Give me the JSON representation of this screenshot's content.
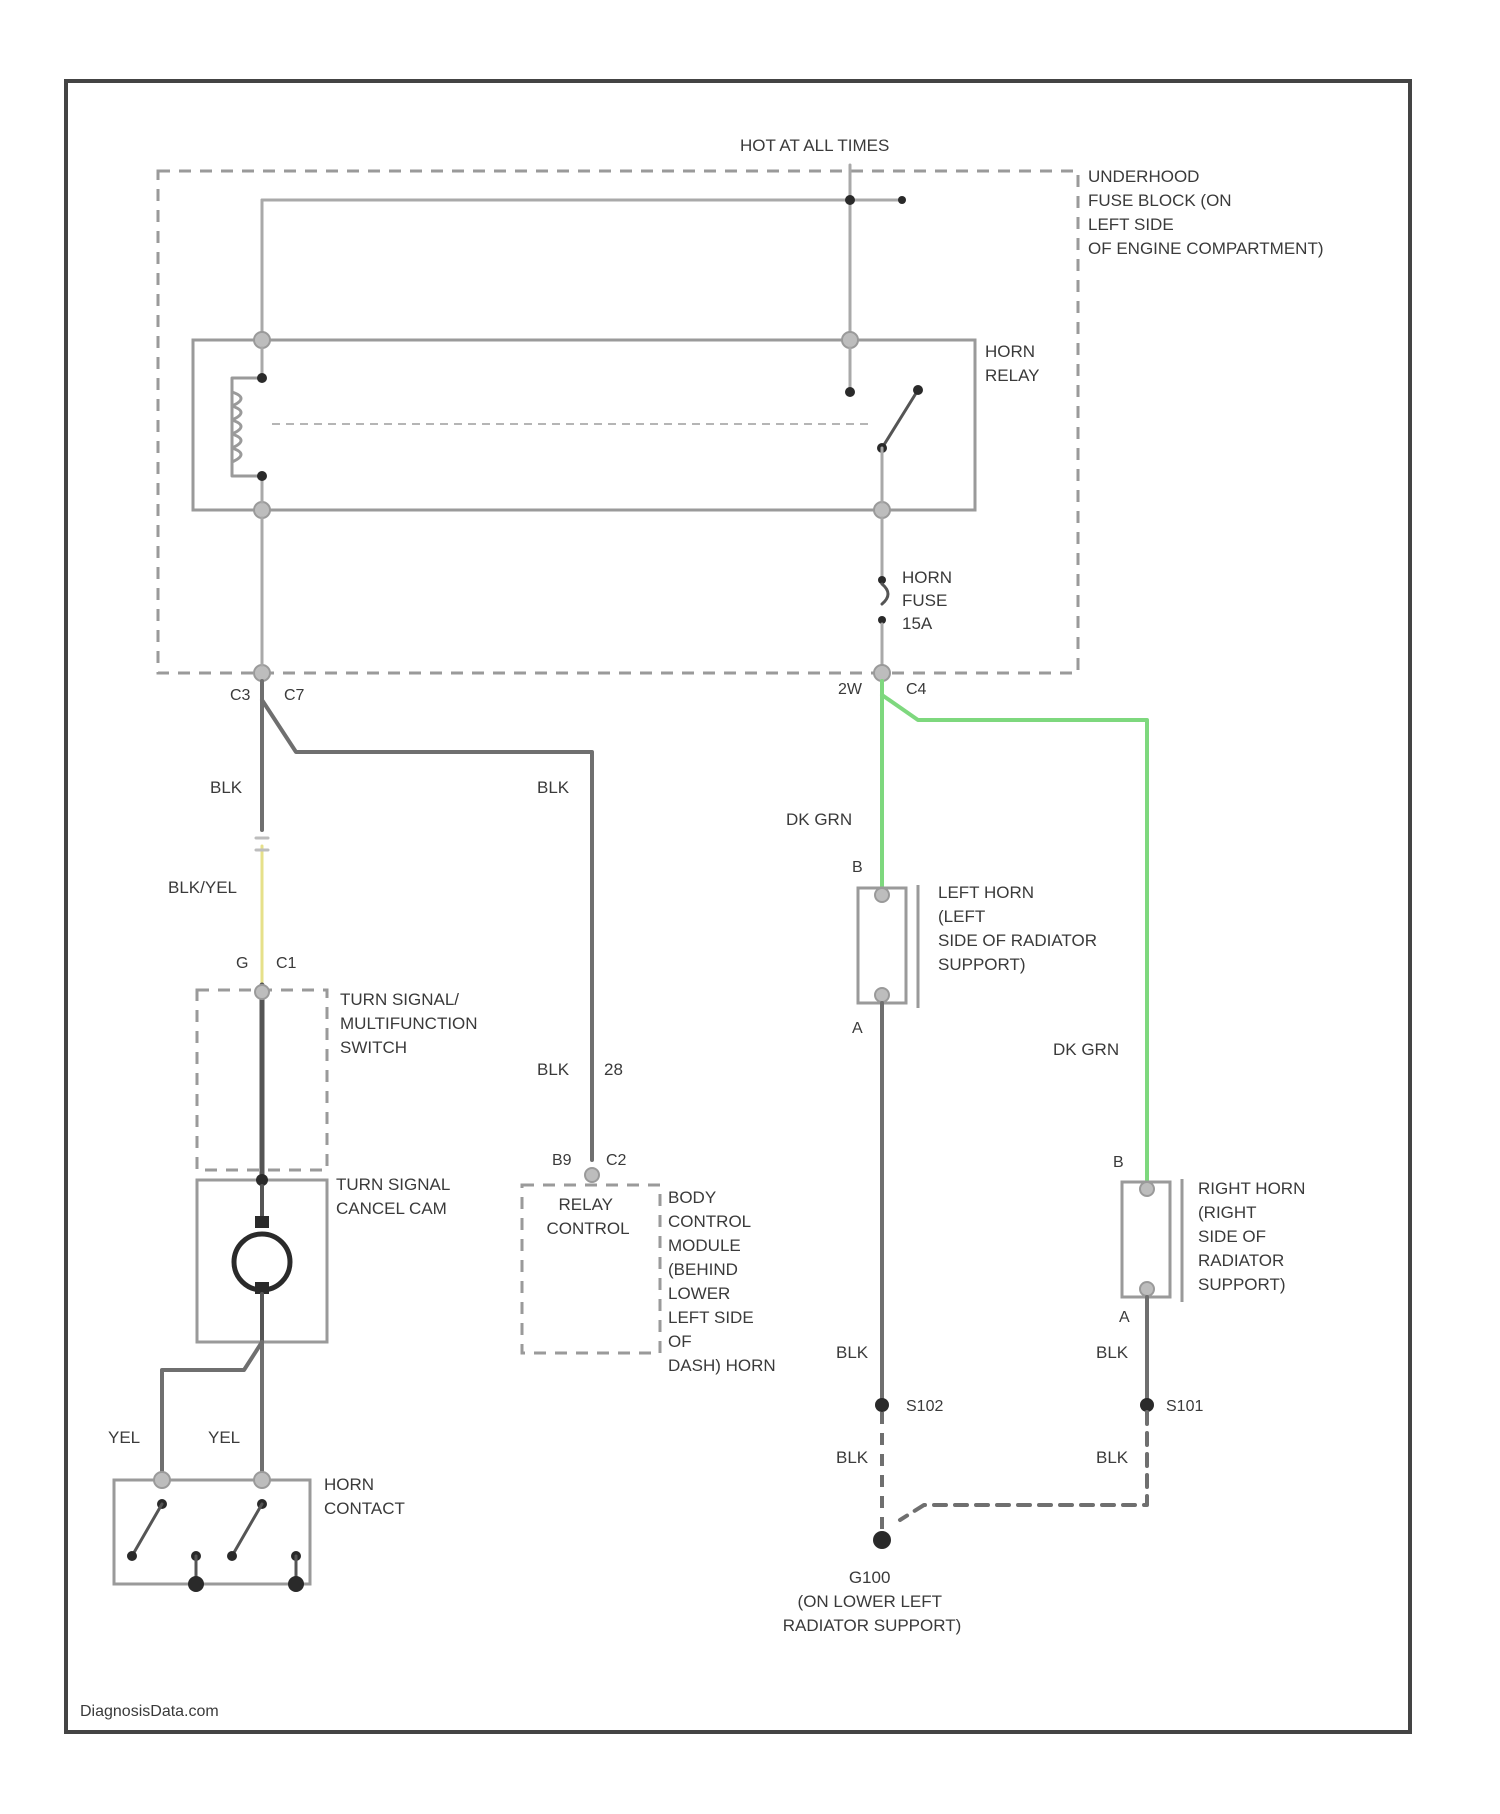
{
  "power": {
    "label": "HOT AT ALL TIMES"
  },
  "fuse_block": {
    "label": [
      "UNDERHOOD",
      "FUSE BLOCK (ON",
      "LEFT SIDE",
      "OF ENGINE COMPARTMENT)"
    ]
  },
  "horn_relay": {
    "label": [
      "HORN",
      "RELAY"
    ]
  },
  "horn_fuse": {
    "label": [
      "HORN",
      "FUSE",
      "15A"
    ]
  },
  "connectors": {
    "fb_left": [
      "C3",
      "C7"
    ],
    "fb_right": [
      "2W",
      "C4"
    ],
    "turn_signal": [
      "G",
      "C1"
    ],
    "bcm": [
      "B9",
      "C2"
    ]
  },
  "wire_colors": {
    "blk_1": "BLK",
    "blk_2": "BLK",
    "blk_yel": "BLK/YEL",
    "blk_3": "BLK",
    "circuit_28": "28",
    "dk_grn_1": "DK GRN",
    "dk_grn_2": "DK GRN",
    "blk_lh_1": "BLK",
    "blk_lh_2": "BLK",
    "blk_rh_1": "BLK",
    "blk_rh_2": "BLK",
    "yel_1": "YEL",
    "yel_2": "YEL"
  },
  "turn_signal_switch": {
    "label": [
      "TURN SIGNAL/",
      "MULTIFUNCTION",
      "SWITCH"
    ]
  },
  "cancel_cam": {
    "label": [
      "TURN SIGNAL",
      "CANCEL CAM"
    ]
  },
  "horn_contact": {
    "label": [
      "HORN",
      "CONTACT"
    ]
  },
  "bcm": {
    "inner": [
      "RELAY",
      "CONTROL"
    ],
    "label": [
      "BODY",
      "CONTROL",
      "MODULE",
      "(BEHIND",
      "LOWER",
      "LEFT SIDE",
      "OF",
      "DASH) HORN"
    ]
  },
  "left_horn": {
    "pin_b": "B",
    "pin_a": "A",
    "label": [
      "LEFT HORN",
      "(LEFT",
      "SIDE OF RADIATOR",
      "SUPPORT)"
    ]
  },
  "right_horn": {
    "pin_b": "B",
    "pin_a": "A",
    "label": [
      "RIGHT HORN",
      "(RIGHT",
      "SIDE OF",
      "RADIATOR",
      "SUPPORT)"
    ]
  },
  "splices": {
    "lh": "S102",
    "rh": "S101"
  },
  "ground": {
    "label": [
      "G100",
      "(ON LOWER LEFT",
      "RADIATOR SUPPORT)"
    ]
  },
  "footer": {
    "credit": "DiagnosisData.com"
  },
  "colors": {
    "frame": "#444444",
    "wire_gray": "#a9a9a9",
    "wire_dark": "#6f6f6f",
    "wire_green": "#7ed87e",
    "wire_yellow": "#e6e08a"
  }
}
